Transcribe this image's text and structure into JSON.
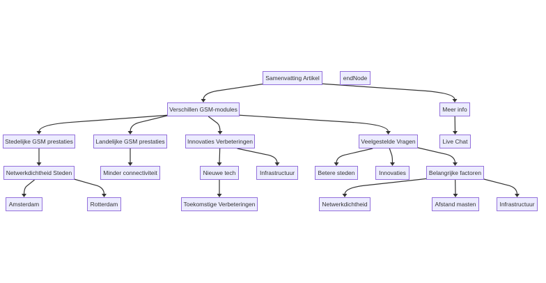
{
  "diagram": {
    "type": "flowchart",
    "nodes": {
      "samenvatting": "Samenvatting Artikel",
      "endNode": "endNode",
      "verschillen": "Verschillen GSM-modules",
      "meerInfo": "Meer info",
      "stedelijke": "Stedelijke GSM prestaties",
      "landelijke": "Landelijke GSM prestaties",
      "innovatiesVerb": "Innovaties Verbeteringen",
      "veelgestelde": "Veelgestelde Vragen",
      "liveChat": "Live Chat",
      "netwerkSteden": "Netwerkdichtheid Steden",
      "minderConn": "Minder connectiviteit",
      "nieuweTech": "Nieuwe tech",
      "infra1": "Infrastructuur",
      "betereSteden": "Betere steden",
      "innovaties": "Innovaties",
      "belangrijke": "Belangrijke factoren",
      "amsterdam": "Amsterdam",
      "rotterdam": "Rotterdam",
      "toekomstige": "Toekomstige Verbeteringen",
      "netwerkdichtheid": "Netwerkdichtheid",
      "afstand": "Afstand masten",
      "infra2": "Infrastructuur"
    },
    "edges": [
      [
        "samenvatting",
        "verschillen"
      ],
      [
        "samenvatting",
        "meerInfo"
      ],
      [
        "verschillen",
        "stedelijke"
      ],
      [
        "verschillen",
        "landelijke"
      ],
      [
        "verschillen",
        "innovatiesVerb"
      ],
      [
        "verschillen",
        "veelgestelde"
      ],
      [
        "meerInfo",
        "liveChat"
      ],
      [
        "stedelijke",
        "netwerkSteden"
      ],
      [
        "landelijke",
        "minderConn"
      ],
      [
        "innovatiesVerb",
        "nieuweTech"
      ],
      [
        "innovatiesVerb",
        "infra1"
      ],
      [
        "veelgestelde",
        "betereSteden"
      ],
      [
        "veelgestelde",
        "innovaties"
      ],
      [
        "veelgestelde",
        "belangrijke"
      ],
      [
        "netwerkSteden",
        "amsterdam"
      ],
      [
        "netwerkSteden",
        "rotterdam"
      ],
      [
        "nieuweTech",
        "toekomstige"
      ],
      [
        "belangrijke",
        "netwerkdichtheid"
      ],
      [
        "belangrijke",
        "afstand"
      ],
      [
        "belangrijke",
        "infra2"
      ]
    ],
    "colors": {
      "node_fill": "#ececff",
      "node_border": "#9370db",
      "edge": "#333333",
      "text": "#333333"
    }
  }
}
